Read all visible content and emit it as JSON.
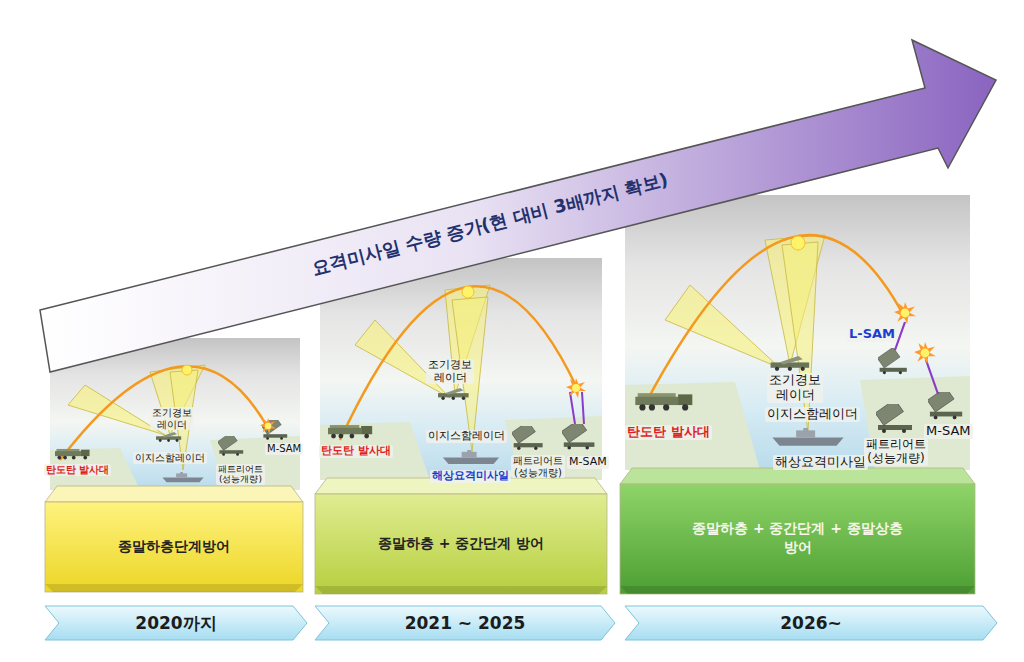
{
  "diagram": {
    "nodes": [
      {
        "text": [
          "요격미사일 수량 증가(현 대비 3배까지 확보)"
        ]
      },
      {
        "text": [
          "종말하층단계방어"
        ]
      },
      {
        "text": [
          "종말하층 + 중간단계 방어"
        ]
      },
      {
        "text": [
          "종말하층 + 중간단계 + 종말상층 방어"
        ]
      },
      {
        "text": [
          "2020까지"
        ]
      },
      {
        "text": [
          "2021 ~ 2025"
        ]
      },
      {
        "text": [
          "2026~"
        ]
      }
    ],
    "labels": [
      "조기경보 레이더",
      "탄도탄 발사대",
      "이지스함레이더",
      "패트리어트 (성능개량)",
      "M-SAM",
      "조기경보 레이더",
      "탄도탄 발사대",
      "이지스함레이더",
      "해상요격미사일",
      "패트리어트 (성능개량)",
      "M-SAM",
      "조기경보 레이더",
      "L-SAM",
      "탄도탄 발사대",
      "이지스함레이더",
      "해상요격미사일",
      "패트리어트 (성능개량)",
      "M-SAM"
    ]
  }
}
